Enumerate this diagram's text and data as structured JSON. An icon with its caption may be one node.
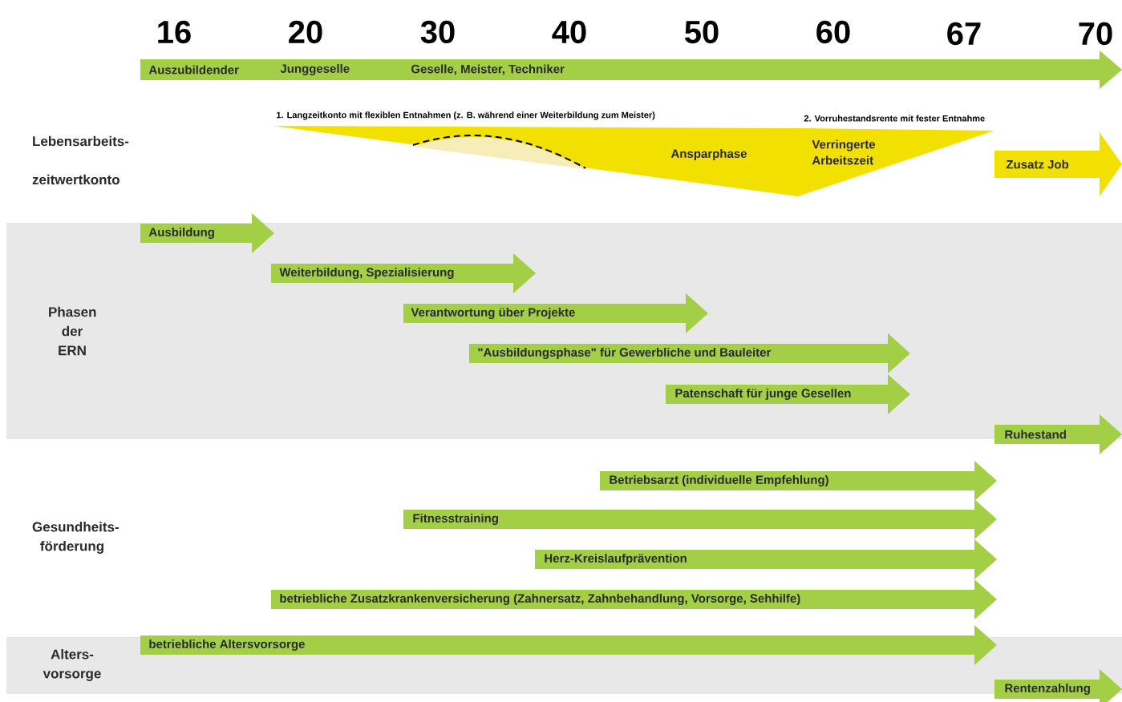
{
  "diagram": {
    "nodes": [
      {
        "text": [
          "Auszubildender",
          "Junggeselle",
          "Geselle, Meister, Techniker"
        ]
      },
      {
        "text": [
          "1. Langzeitkonto mit flexiblen Entnahmen (z. B. während einer Weiterbildung zum Meister)",
          "Ansparphase"
        ]
      },
      {
        "text": [
          "2. Vorruhestandsrente mit fester Entnahme",
          "Verringerte Arbeitszeit"
        ]
      },
      {
        "text": [
          "Zusatz Job"
        ]
      },
      {
        "text": [
          "Ausbildung"
        ]
      },
      {
        "text": [
          "Weiterbildung, Spezialisierung"
        ]
      },
      {
        "text": [
          "Verantwortung über Projekte"
        ]
      },
      {
        "text": [
          "\"Ausbildungsphase\" für Gewerbliche und Bauleiter"
        ]
      },
      {
        "text": [
          "Patenschaft für junge Gesellen"
        ]
      },
      {
        "text": [
          "Ruhestand"
        ]
      },
      {
        "text": [
          "Betriebsarzt (individuelle Empfehlung)"
        ]
      },
      {
        "text": [
          "Fitnesstraining"
        ]
      },
      {
        "text": [
          "Herz-Kreislaufprävention"
        ]
      },
      {
        "text": [
          "betriebliche Zusatzkrankenversicherung (Zahnersatz, Zahnbehandlung, Vorsorge, Sehhilfe)"
        ]
      },
      {
        "text": [
          "betriebliche Altersvorsorge"
        ]
      },
      {
        "text": [
          "Rentenzahlung"
        ]
      }
    ],
    "labels": [
      "16",
      "20",
      "30",
      "40",
      "50",
      "60",
      "67",
      "70",
      "Lebensarbeits- zeitwertkonto",
      "Phasen der ERN",
      "Gesundheits- förderung",
      "Alters- vorsorge"
    ]
  }
}
